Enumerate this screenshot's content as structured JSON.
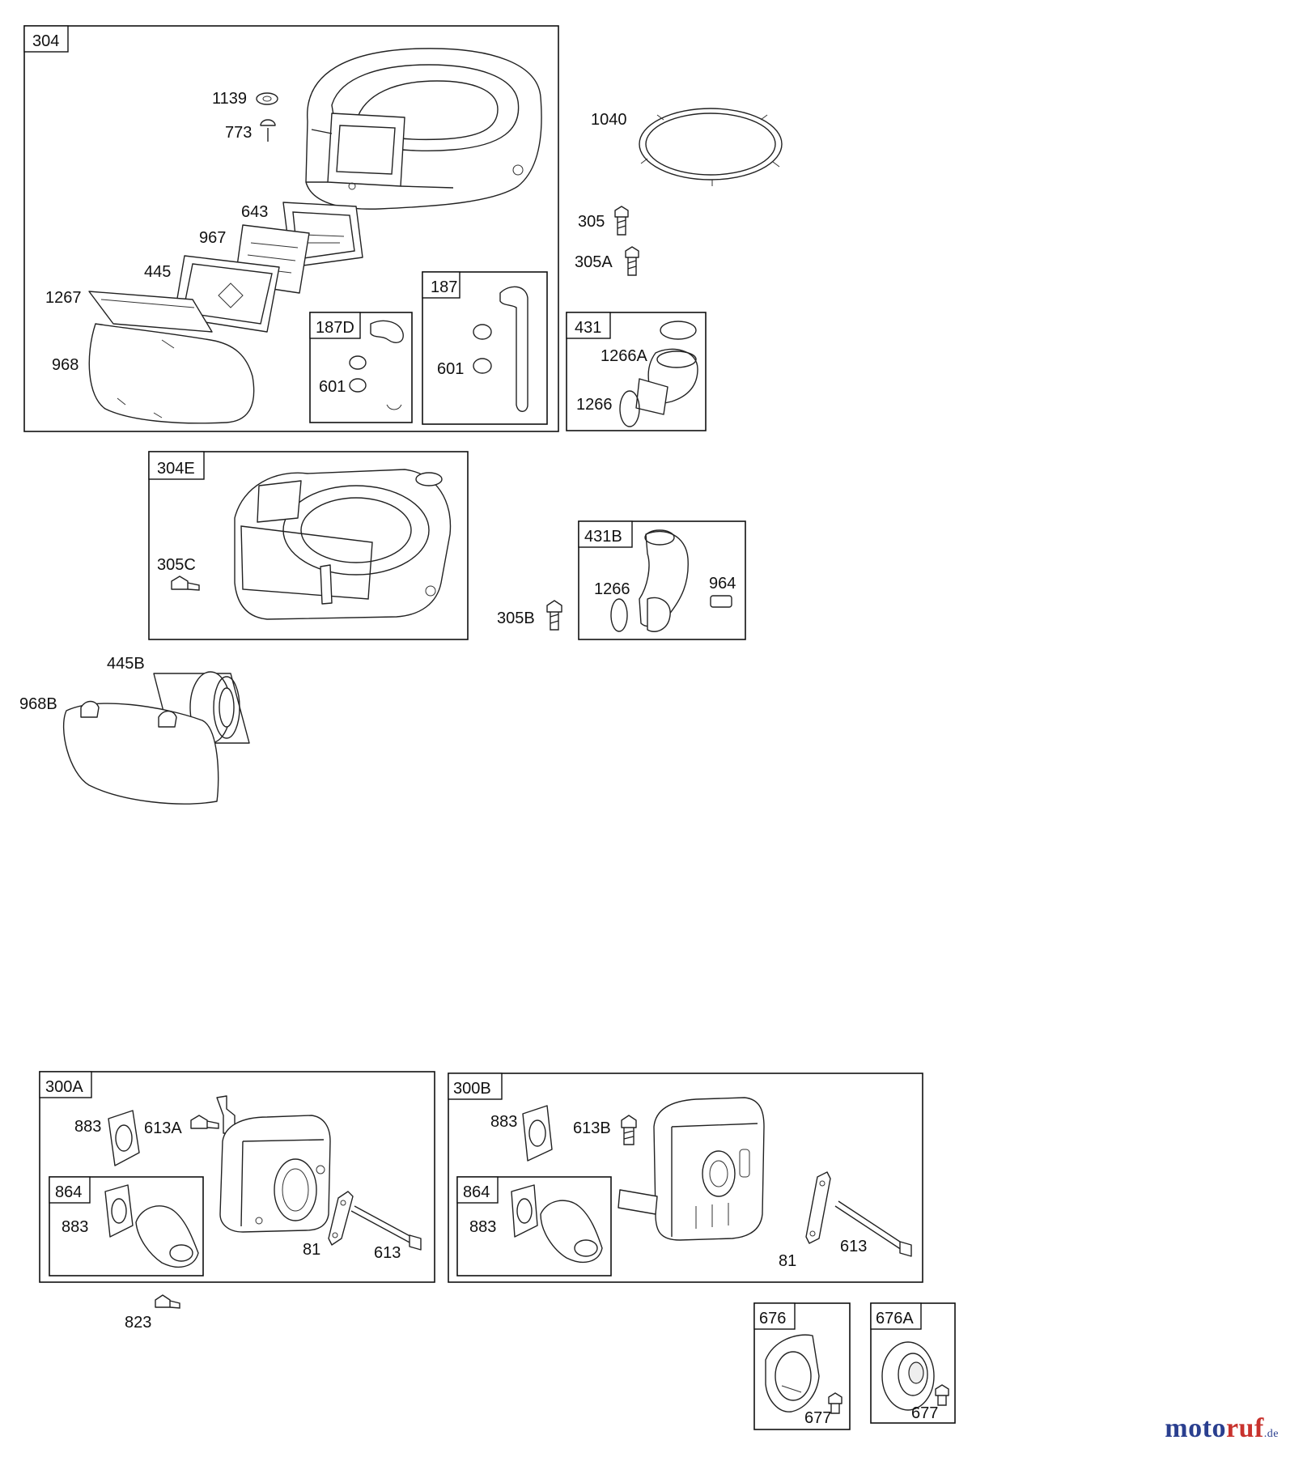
{
  "groups": [
    {
      "id": "g304",
      "label": "304"
    },
    {
      "id": "g187D",
      "label": "187D"
    },
    {
      "id": "g187",
      "label": "187"
    },
    {
      "id": "g431",
      "label": "431"
    },
    {
      "id": "g304E",
      "label": "304E"
    },
    {
      "id": "g431B",
      "label": "431B"
    },
    {
      "id": "g300A",
      "label": "300A"
    },
    {
      "id": "g864a",
      "label": "864"
    },
    {
      "id": "g300B",
      "label": "300B"
    },
    {
      "id": "g864b",
      "label": "864"
    },
    {
      "id": "g676",
      "label": "676"
    },
    {
      "id": "g676A",
      "label": "676A"
    }
  ],
  "callouts": [
    {
      "id": "c1139",
      "label": "1139"
    },
    {
      "id": "c773",
      "label": "773"
    },
    {
      "id": "c643",
      "label": "643"
    },
    {
      "id": "c967",
      "label": "967"
    },
    {
      "id": "c445",
      "label": "445"
    },
    {
      "id": "c1267",
      "label": "1267"
    },
    {
      "id": "c968",
      "label": "968"
    },
    {
      "id": "c601a",
      "label": "601"
    },
    {
      "id": "c601b",
      "label": "601"
    },
    {
      "id": "c1040",
      "label": "1040"
    },
    {
      "id": "c305",
      "label": "305"
    },
    {
      "id": "c305A",
      "label": "305A"
    },
    {
      "id": "c1266A",
      "label": "1266A"
    },
    {
      "id": "c1266a",
      "label": "1266"
    },
    {
      "id": "c305C",
      "label": "305C"
    },
    {
      "id": "c305B",
      "label": "305B"
    },
    {
      "id": "c1266b",
      "label": "1266"
    },
    {
      "id": "c964",
      "label": "964"
    },
    {
      "id": "c445B",
      "label": "445B"
    },
    {
      "id": "c968B",
      "label": "968B"
    },
    {
      "id": "c883a",
      "label": "883"
    },
    {
      "id": "c613A",
      "label": "613A"
    },
    {
      "id": "c883b",
      "label": "883"
    },
    {
      "id": "c81a",
      "label": "81"
    },
    {
      "id": "c613a",
      "label": "613"
    },
    {
      "id": "c823",
      "label": "823"
    },
    {
      "id": "c883c",
      "label": "883"
    },
    {
      "id": "c613B",
      "label": "613B"
    },
    {
      "id": "c883d",
      "label": "883"
    },
    {
      "id": "c81b",
      "label": "81"
    },
    {
      "id": "c613b",
      "label": "613"
    },
    {
      "id": "c677a",
      "label": "677"
    },
    {
      "id": "c677b",
      "label": "677"
    }
  ],
  "brand": {
    "part1": "moto",
    "part2": "ruf",
    "tld": ".de"
  }
}
